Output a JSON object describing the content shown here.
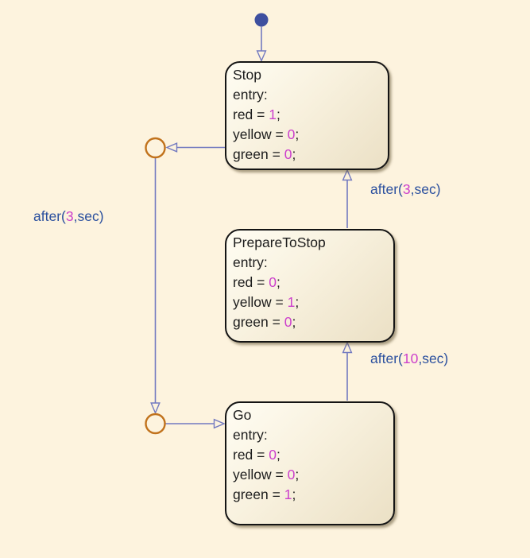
{
  "diagram": {
    "states": [
      {
        "title": "Stop",
        "entry": "entry:",
        "lines": [
          {
            "lhs": "red = ",
            "value": "1",
            "punct": ";"
          },
          {
            "lhs": "yellow = ",
            "value": "0",
            "punct": ";"
          },
          {
            "lhs": "green = ",
            "value": "0",
            "punct": ";"
          }
        ]
      },
      {
        "title": "PrepareToStop",
        "entry": "entry:",
        "lines": [
          {
            "lhs": "red = ",
            "value": "0",
            "punct": ";"
          },
          {
            "lhs": "yellow = ",
            "value": "1",
            "punct": ";"
          },
          {
            "lhs": "green = ",
            "value": "0",
            "punct": ";"
          }
        ]
      },
      {
        "title": "Go",
        "entry": "entry:",
        "lines": [
          {
            "lhs": "red = ",
            "value": "0",
            "punct": ";"
          },
          {
            "lhs": "yellow = ",
            "value": "0",
            "punct": ";"
          },
          {
            "lhs": "green = ",
            "value": "1",
            "punct": ";"
          }
        ]
      }
    ],
    "transitions": [
      {
        "name": "stop-to-go",
        "prefix": "after(",
        "value": "3",
        "suffix": ",sec)"
      },
      {
        "name": "prepare-to-stop-to-stop",
        "prefix": "after(",
        "value": "3",
        "suffix": ",sec)"
      },
      {
        "name": "go-to-prepare-to-stop",
        "prefix": "after(",
        "value": "10",
        "suffix": ",sec)"
      }
    ],
    "colors": {
      "bg": "#fdf3de",
      "state_fill_light": "#fffdf3",
      "state_fill_dark": "#ebe0c5",
      "state_border": "#141414",
      "transition_line": "#7279c0",
      "label_text": "#2a4f9e",
      "number_text": "#cc3fcc",
      "state_text": "#1c1c1c",
      "junction_stroke": "#c1721c",
      "initial_dot": "#3e4f9f"
    }
  }
}
